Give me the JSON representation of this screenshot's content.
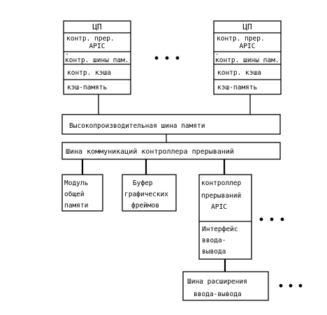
{
  "cpu_blocks": [
    {
      "title": "ЦП",
      "apic_line1": "контр. прер.",
      "apic_line2": "APIC",
      "dash": "-",
      "mem_bus_ctrl": "контр. шины пам.",
      "cache_ctrl": "контр. кэша",
      "cache_mem": "кэш-память"
    },
    {
      "title": "ЦП",
      "apic_line1": "контр. прер.",
      "apic_line2": "APIC",
      "dash": "-",
      "mem_bus_ctrl": "контр. шины пам.",
      "cache_ctrl": "контр. кэша",
      "cache_mem": "кэш-память"
    }
  ],
  "memory_bus": "Высокопроизводительная шина памяти",
  "interrupt_bus": "Шина коммуникаций контроллера прерываний",
  "shared_memory": [
    "Модуль",
    "общей",
    "памяти"
  ],
  "frame_buffer": [
    "Буфер",
    "графических",
    "фреймов"
  ],
  "io_module": {
    "apic": [
      "контроллер",
      "прерываний",
      "APIC"
    ],
    "interface": [
      "Интерфейс",
      "ввода-",
      "вывода"
    ]
  },
  "expansion_bus": [
    "Шина расширения",
    "ввода-вывода"
  ],
  "ellipsis_icon": "three-dots"
}
